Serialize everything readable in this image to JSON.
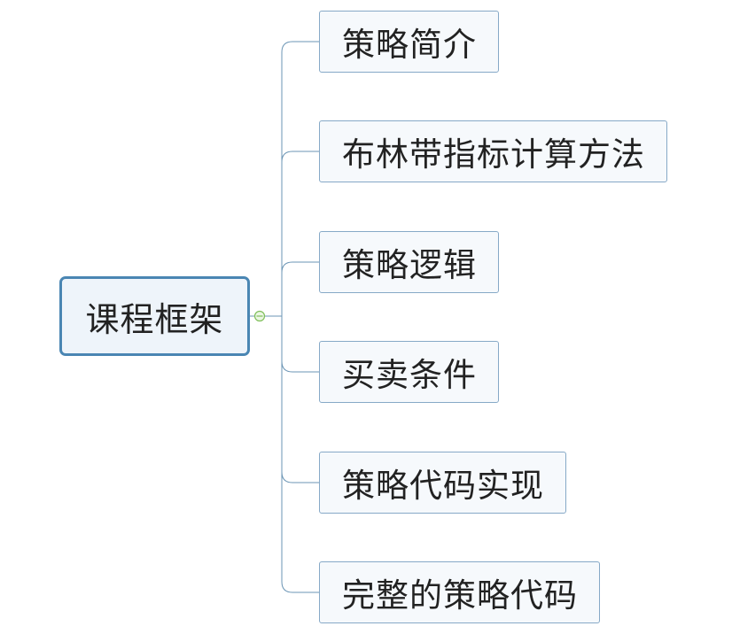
{
  "mindmap": {
    "root": {
      "label": "课程框架"
    },
    "children": [
      {
        "label": "策略简介"
      },
      {
        "label": "布林带指标计算方法"
      },
      {
        "label": "策略逻辑"
      },
      {
        "label": "买卖条件"
      },
      {
        "label": "策略代码实现"
      },
      {
        "label": "完整的策略代码"
      }
    ]
  },
  "colors": {
    "root_border": "#4a86b3",
    "node_border": "#86a9c7",
    "connector": "#6b95b5",
    "collapse_toggle": "#7fbf5a"
  }
}
